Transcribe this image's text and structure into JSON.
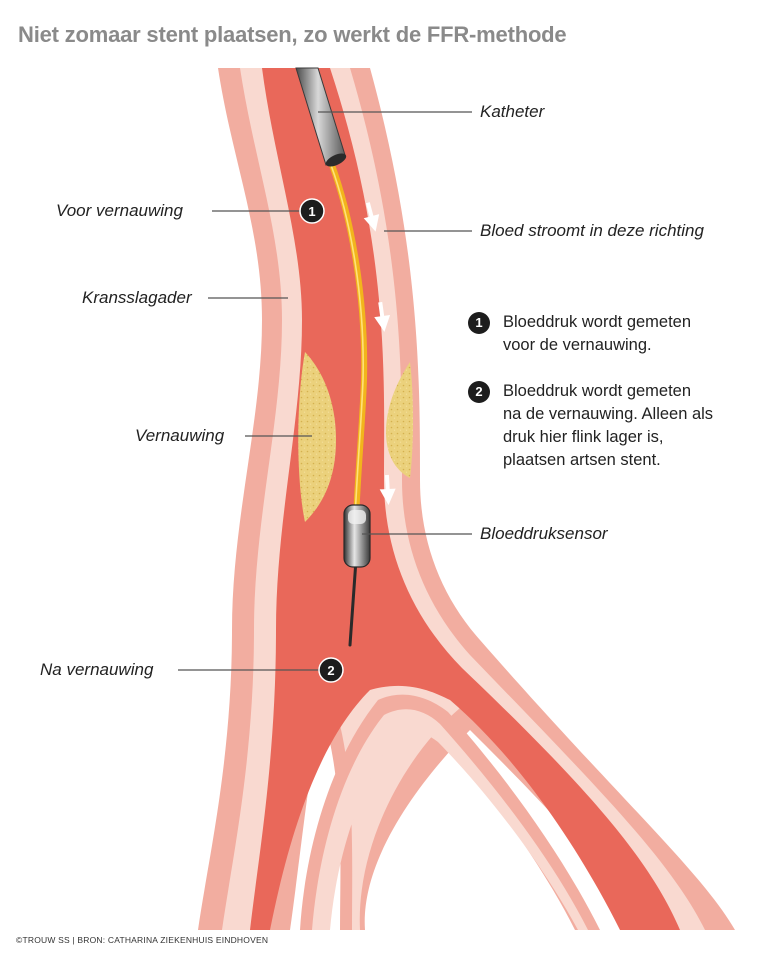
{
  "title": "Niet zomaar stent plaatsen, zo werkt de FFR-methode",
  "labels": {
    "katheter": "Katheter",
    "voor_vernauwing": "Voor vernauwing",
    "bloed_stroomt": "Bloed stroomt in deze richting",
    "kransslagader": "Kransslagader",
    "vernauwing": "Vernauwing",
    "bloeddruksensor": "Bloeddruksensor",
    "na_vernauwing": "Na vernauwing"
  },
  "markers": {
    "one": "1",
    "two": "2"
  },
  "legend": [
    {
      "number": "1",
      "lines": [
        "Bloeddruk wordt gemeten",
        "voor de vernauwing."
      ]
    },
    {
      "number": "2",
      "lines": [
        "Bloeddruk wordt gemeten",
        "na de vernauwing. Alleen als",
        "druk hier flink lager is,",
        "plaatsen artsen stent."
      ]
    }
  ],
  "footer": "©TROUW SS | BRON: CATHARINA ZIEKENHUIS EINDHOVEN",
  "colors": {
    "outer_wall": "#f2ada0",
    "inner_wall": "#f9d9d0",
    "lumen": "#e9685a",
    "plaque": "#e9cf78",
    "wire": "#f2b51c",
    "marker": "#1d1d1d",
    "leader": "#555555"
  }
}
